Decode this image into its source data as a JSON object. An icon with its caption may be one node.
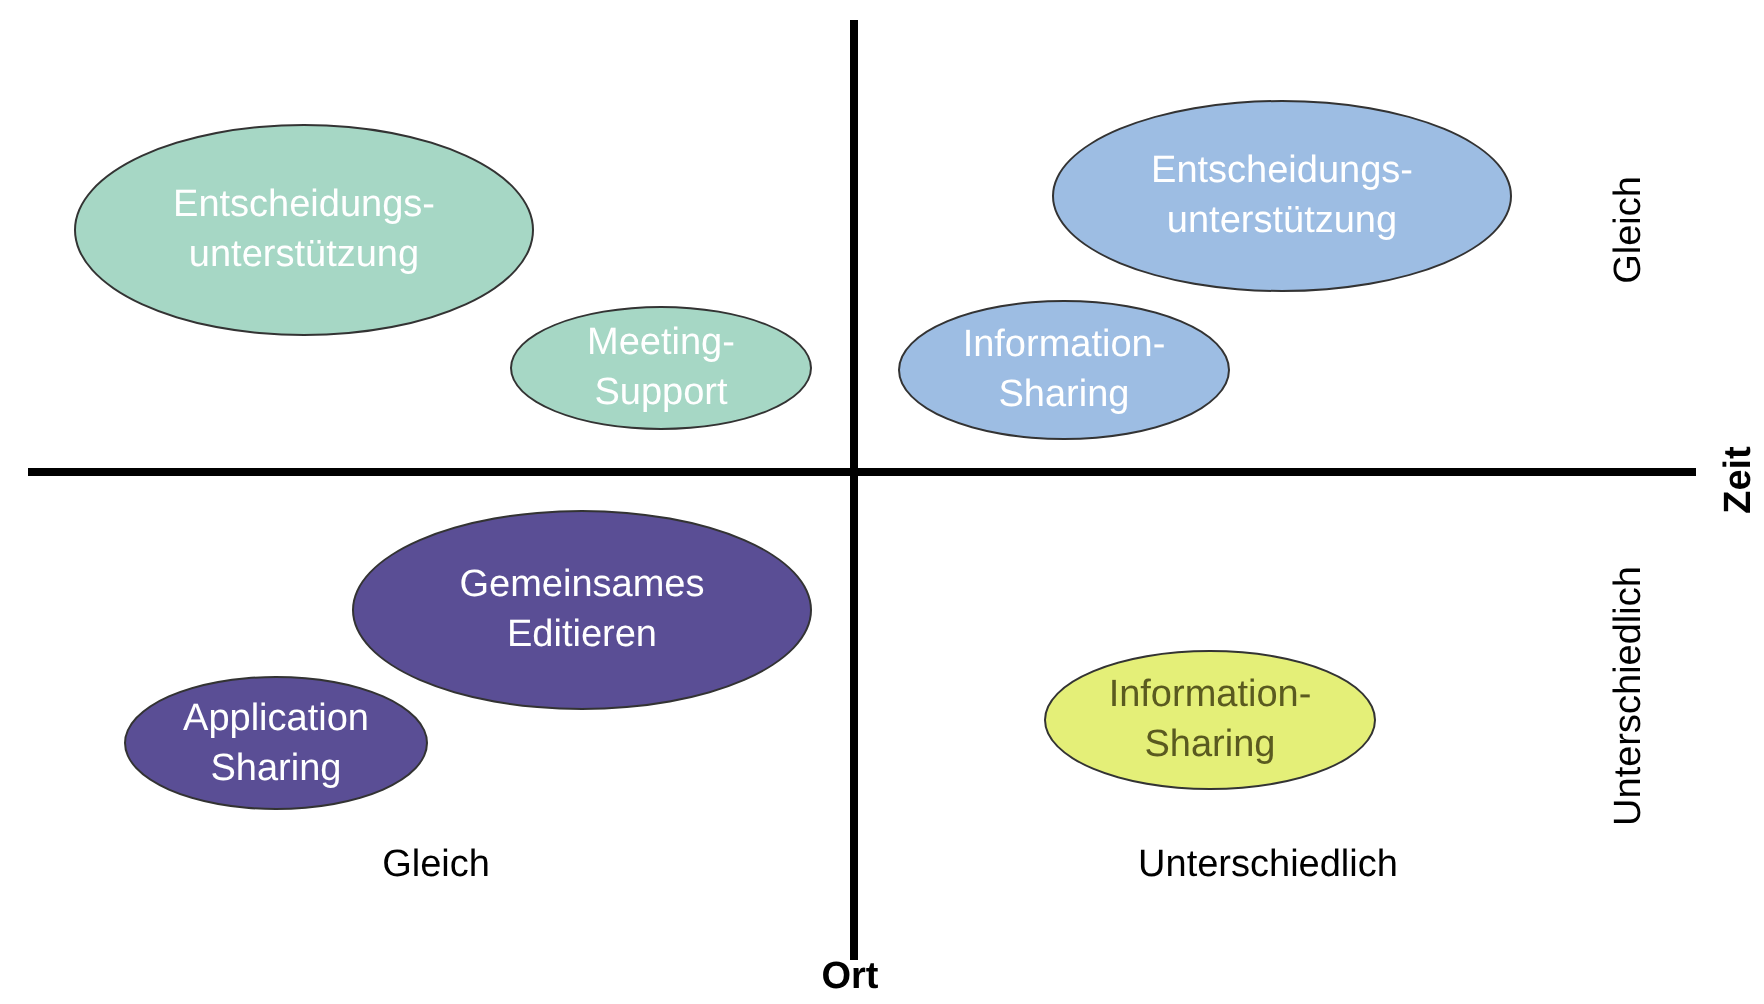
{
  "diagram": {
    "nodes": [
      {
        "text": [
          "Entscheidungs- unterstützung"
        ]
      },
      {
        "text": [
          "Entscheidungs- unterstützung"
        ]
      },
      {
        "text": [
          "Meeting- Support"
        ]
      },
      {
        "text": [
          "Information- Sharing"
        ]
      },
      {
        "text": [
          "Gemeinsames Editieren"
        ]
      },
      {
        "text": [
          "Information- Sharing"
        ]
      },
      {
        "text": [
          "Application Sharing"
        ]
      }
    ],
    "labels": [
      "Gleich",
      "Zeit",
      "Unterschiedlich",
      "Gleich",
      "Unterschiedlich",
      "Ort"
    ]
  }
}
